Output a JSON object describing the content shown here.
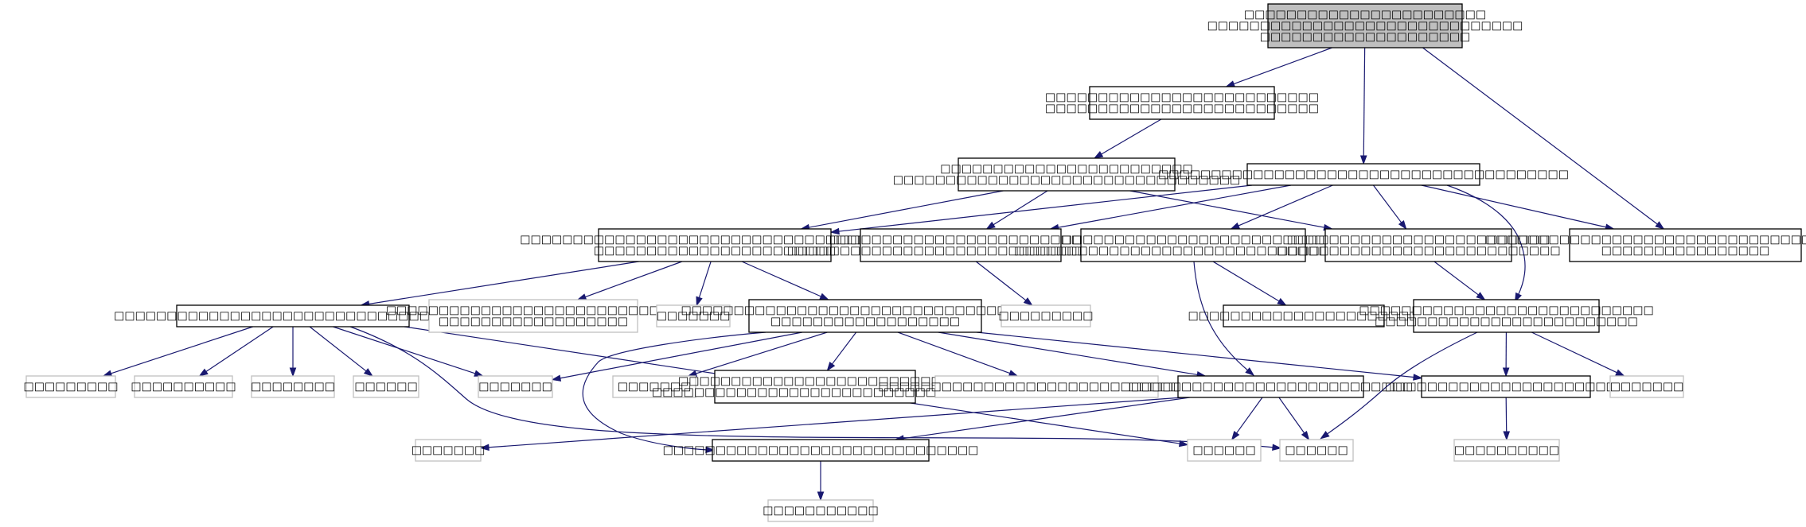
{
  "colors": {
    "edge": "#191970",
    "root_fill": "#bfbfbf",
    "node_border": "#000000",
    "leaf_border": "#c0c0c0",
    "background": "#ffffff"
  },
  "nodes": [
    {
      "id": "n0",
      "style": "root",
      "lines": [
        "□□□□□□□□□□□□□□□□□□□□□□□",
        "□□□□□□□□□□□□□□□□□□□□□□□□□□□□□□",
        "□□□□□□□□□□□□□□□□□□□□"
      ]
    },
    {
      "id": "n1",
      "style": "normal",
      "lines": [
        "□□□□□□□□□□□□□□□□□□□□□□□□□□",
        "□□□□□□□□□□□□□□□□□□□□□□□□□□"
      ]
    },
    {
      "id": "n2",
      "style": "normal",
      "lines": [
        "□□□□□□□□□□□□□□□□□□□□□□□□",
        "□□□□□□□□□□□□□□□□□□□□□□□□□□□□□□□□□"
      ]
    },
    {
      "id": "n3",
      "style": "normal",
      "lines": [
        "□□□□□□□□□□□□□□□□□□□□□□□□□□□□□□□□□□□□□□□"
      ]
    },
    {
      "id": "n4",
      "style": "normal",
      "lines": [
        "□□□□□□□□□□□□□□□□□□□□□□□□□□□□□□□□□□□□□",
        "□□□□□□□□□□□□□□□□□□□□□□□"
      ]
    },
    {
      "id": "n5",
      "style": "normal",
      "lines": [
        "□□□□□□□□□□□□□□□□□□□□□□□□□",
        "□□□□□□□□□□□□□□□□□□□□□□□□□□□□□□□□□"
      ]
    },
    {
      "id": "n6",
      "style": "normal",
      "lines": [
        "□□□□□□□□□□□□□□□□□□□□□□□□□",
        "□□□□□□□□□□□□□□□□□□□□□□□□□□□□□□□□□□"
      ]
    },
    {
      "id": "n7",
      "style": "normal",
      "lines": [
        "□□□□□□□□□□□□□□□□□□□□□□□□□",
        "□□□□□□□□□□□□□□□□□□□□□□□□□□□"
      ]
    },
    {
      "id": "n8",
      "style": "normal",
      "lines": [
        "□□□□□□□□□□□□□□□□□□□□□□□□□□□□□□□□□□□□□□",
        "□□□□□□□□□□□□□□□□"
      ]
    },
    {
      "id": "n9",
      "style": "normal",
      "lines": [
        "□□□□□□□□□□□□□□□□□□□□□□□□□□□□□□□□□□"
      ]
    },
    {
      "id": "n10",
      "style": "leaf",
      "lines": [
        "□□□□□□□□□□□□□□□□□□□□□□□□□□□□",
        "□□□□□□□□□□□□□□□□□□"
      ]
    },
    {
      "id": "n11",
      "style": "leaf",
      "lines": [
        "□□□□□□□"
      ]
    },
    {
      "id": "n12",
      "style": "normal",
      "lines": [
        "□□□□□□□□□□□□□□□□□□□□□□□□□□□□□□□□□□□",
        "□□□□□□□□□□□□□□□□□□"
      ]
    },
    {
      "id": "n13",
      "style": "leaf",
      "lines": [
        "□□□□□□□□□"
      ]
    },
    {
      "id": "n14",
      "style": "normal",
      "lines": [
        "□□□□□□□□□□□□□□□□□□□□□□"
      ]
    },
    {
      "id": "n15",
      "style": "normal",
      "lines": [
        "□□□□□□□□□□□□□□□□□□□□□□□□□□□□",
        "□□□□□□□□□□□□□□□□□□□□□□□□□"
      ]
    },
    {
      "id": "n16",
      "style": "leaf",
      "lines": [
        "□□□□□□□□□"
      ]
    },
    {
      "id": "n17",
      "style": "leaf",
      "lines": [
        "□□□□□□□□□□"
      ]
    },
    {
      "id": "n18",
      "style": "leaf",
      "lines": [
        "□□□□□□□□"
      ]
    },
    {
      "id": "n19",
      "style": "leaf",
      "lines": [
        "□□□□□□"
      ]
    },
    {
      "id": "n20",
      "style": "leaf",
      "lines": [
        "□□□□□□□"
      ]
    },
    {
      "id": "n21",
      "style": "leaf",
      "lines": [
        "□□□□□□□"
      ]
    },
    {
      "id": "n22",
      "style": "normal",
      "lines": [
        "□□□□□□□□□□□□□□□□□□□□□□□□□□",
        "□□□□□□□□□□□□□□□□□□□□□□□□□□□□□□□"
      ]
    },
    {
      "id": "n23",
      "style": "leaf",
      "lines": [
        "□□□□□□□□□□□□□□□□□□□□□□□□□□□□□□□□"
      ]
    },
    {
      "id": "n24",
      "style": "normal",
      "lines": [
        "□□□□□□□□□□□□□□□□□□□□□□□□□□□"
      ]
    },
    {
      "id": "n25",
      "style": "normal",
      "lines": [
        "□□□□□□□□□□□□□□□□□□□□□□□"
      ]
    },
    {
      "id": "n26",
      "style": "leaf",
      "lines": [
        "□□□□□□"
      ]
    },
    {
      "id": "n27",
      "style": "leaf",
      "lines": [
        "□□□□□□"
      ]
    },
    {
      "id": "n28",
      "style": "normal",
      "lines": [
        "□□□□□□□□□□□□□□□□□□□□□□□□□□□□□□"
      ]
    },
    {
      "id": "n29",
      "style": "leaf",
      "lines": [
        "□□□□□□□□□□□"
      ]
    },
    {
      "id": "n30",
      "style": "leaf",
      "lines": [
        "□□□□□□□"
      ]
    },
    {
      "id": "n31",
      "style": "leaf",
      "lines": [
        "□□□□□□□"
      ]
    },
    {
      "id": "n32",
      "style": "leaf",
      "lines": [
        "□□□□□□□□□□"
      ]
    }
  ],
  "edges": [
    [
      "n0",
      "n1"
    ],
    [
      "n0",
      "n3"
    ],
    [
      "n0",
      "n8"
    ],
    [
      "n1",
      "n2"
    ],
    [
      "n2",
      "n4"
    ],
    [
      "n2",
      "n5"
    ],
    [
      "n2",
      "n7"
    ],
    [
      "n3",
      "n4"
    ],
    [
      "n3",
      "n5"
    ],
    [
      "n3",
      "n6"
    ],
    [
      "n3",
      "n7"
    ],
    [
      "n3",
      "n8"
    ],
    [
      "n3",
      "n15"
    ],
    [
      "n4",
      "n9"
    ],
    [
      "n4",
      "n10"
    ],
    [
      "n4",
      "n11"
    ],
    [
      "n4",
      "n12"
    ],
    [
      "n5",
      "n13"
    ],
    [
      "n6",
      "n14"
    ],
    [
      "n6",
      "n24"
    ],
    [
      "n7",
      "n15"
    ],
    [
      "n9",
      "n16"
    ],
    [
      "n9",
      "n17"
    ],
    [
      "n9",
      "n18"
    ],
    [
      "n9",
      "n19"
    ],
    [
      "n9",
      "n20"
    ],
    [
      "n9",
      "n26"
    ],
    [
      "n9",
      "n27"
    ],
    [
      "n12",
      "n20"
    ],
    [
      "n12",
      "n21"
    ],
    [
      "n12",
      "n22"
    ],
    [
      "n12",
      "n23"
    ],
    [
      "n12",
      "n24"
    ],
    [
      "n12",
      "n25"
    ],
    [
      "n12",
      "n28"
    ],
    [
      "n15",
      "n25"
    ],
    [
      "n15",
      "n27"
    ],
    [
      "n15",
      "n30"
    ],
    [
      "n24",
      "n26"
    ],
    [
      "n24",
      "n27"
    ],
    [
      "n24",
      "n28"
    ],
    [
      "n24",
      "n31"
    ],
    [
      "n25",
      "n32"
    ],
    [
      "n28",
      "n29"
    ]
  ]
}
